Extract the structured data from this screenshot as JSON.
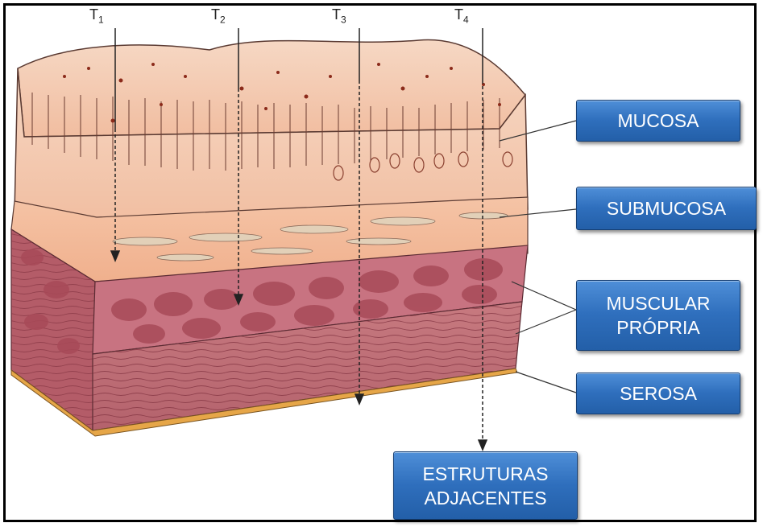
{
  "depth_labels": [
    {
      "main": "T",
      "sub": "1"
    },
    {
      "main": "T",
      "sub": "2"
    },
    {
      "main": "T",
      "sub": "3"
    },
    {
      "main": "T",
      "sub": "4"
    }
  ],
  "layers": {
    "mucosa": "MUCOSA",
    "submucosa": "SUBMUCOSA",
    "muscular_line1": "MUSCULAR",
    "muscular_line2": "PRÓPRIA",
    "serosa": "SEROSA",
    "adjacent_line1": "ESTRUTURAS",
    "adjacent_line2": "ADJACENTES"
  },
  "colors": {
    "label_box": "#2f6fbd",
    "mucosa": "#f3c9b0",
    "submucosa": "#f2b894",
    "muscle": "#b75a66",
    "serosa": "#e6a648"
  }
}
